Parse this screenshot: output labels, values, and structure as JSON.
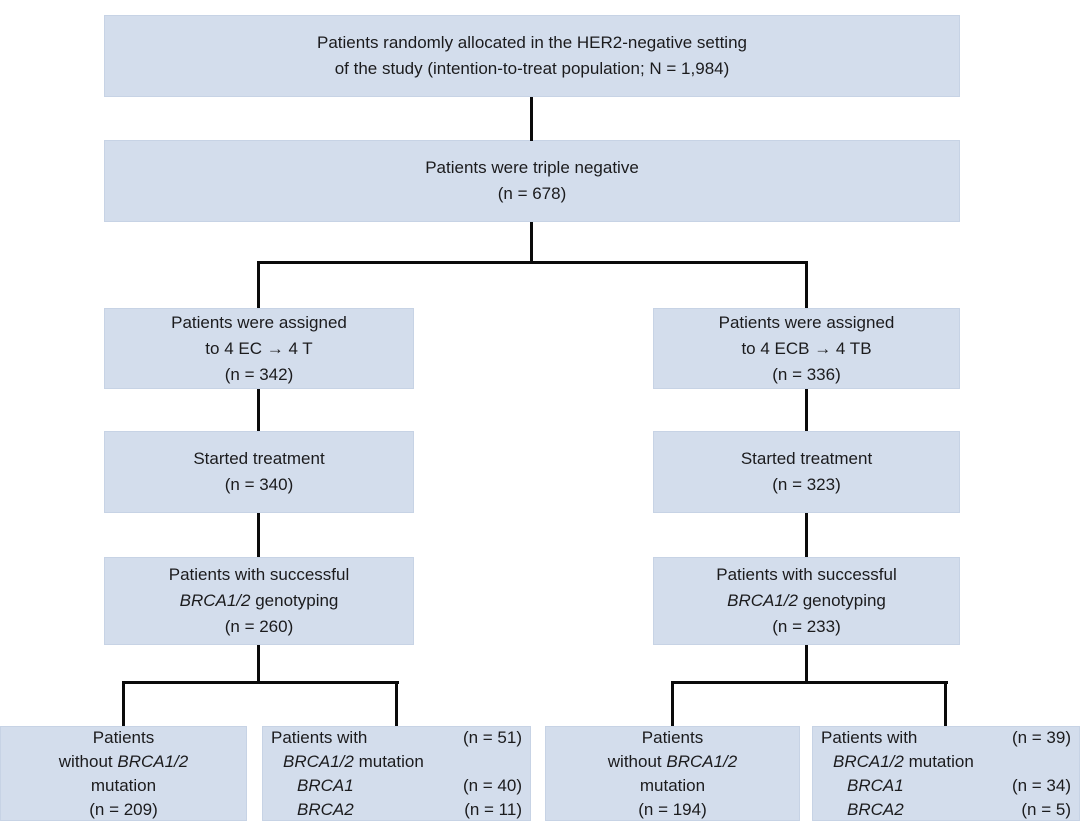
{
  "colors": {
    "box_fill": "#d3ddec",
    "connector": "#0a0a0a",
    "text": "#1b1b1d",
    "background": "#ffffff"
  },
  "flow": {
    "allocated": {
      "line1": "Patients randomly allocated in the HER2-negative setting",
      "line2": "of the study (intention-to-treat population; N = 1,984)"
    },
    "triple_negative": {
      "line1": "Patients were triple negative",
      "line2": "(n = 678)"
    },
    "assigned_left": {
      "line1": "Patients were assigned",
      "line2": "to 4 EC → 4 T",
      "line3": "(n = 342)"
    },
    "assigned_right": {
      "line1": "Patients were assigned",
      "line2": "to 4 ECB → 4 TB",
      "line3": "(n = 336)"
    },
    "started_left": {
      "line1": "Started treatment",
      "line2": "(n = 340)"
    },
    "started_right": {
      "line1": "Started treatment",
      "line2": "(n = 323)"
    },
    "genotyped_left": {
      "line1": "Patients with successful",
      "line2_gene": "BRCA1/2",
      "line2_rest": " genotyping",
      "line3": "(n = 260)"
    },
    "genotyped_right": {
      "line1": "Patients with successful",
      "line2_gene": "BRCA1/2",
      "line2_rest": " genotyping",
      "line3": "(n = 233)"
    },
    "no_mutation_left": {
      "line1": "Patients",
      "line2_pre": "without ",
      "line2_gene": "BRCA1/2",
      "line3": "mutation",
      "line4": "(n = 209)"
    },
    "no_mutation_right": {
      "line1": "Patients",
      "line2_pre": "without ",
      "line2_gene": "BRCA1/2",
      "line3": "mutation",
      "line4": "(n = 194)"
    },
    "mutation_left": {
      "row1_label": "Patients with",
      "row1_n": "(n = 51)",
      "row2_gene": "BRCA1/2",
      "row2_rest": " mutation",
      "row3_gene": "BRCA1",
      "row3_n": "(n = 40)",
      "row4_gene": "BRCA2",
      "row4_n": "(n = 11)"
    },
    "mutation_right": {
      "row1_label": "Patients with",
      "row1_n": "(n = 39)",
      "row2_gene": "BRCA1/2",
      "row2_rest": " mutation",
      "row3_gene": "BRCA1",
      "row3_n": "(n = 34)",
      "row4_gene": "BRCA2",
      "row4_n": "(n = 5)"
    }
  }
}
